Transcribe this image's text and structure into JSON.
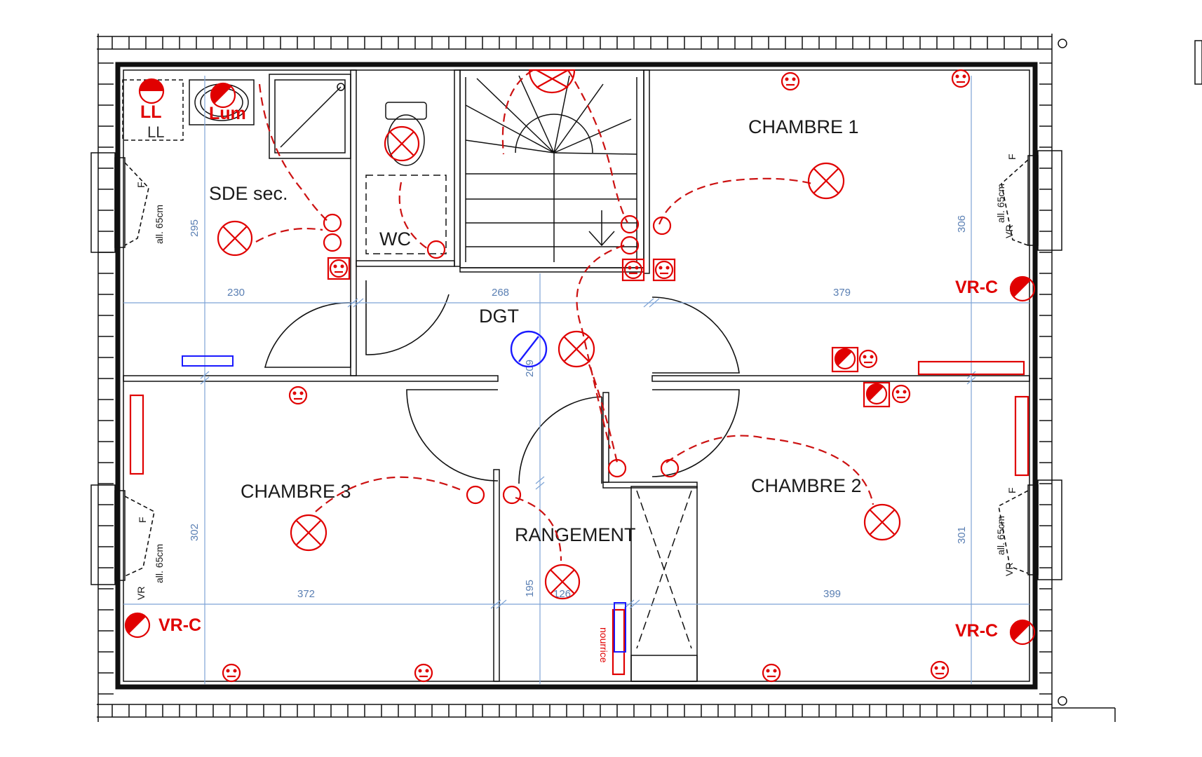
{
  "rooms": {
    "chambre1": "CHAMBRE 1",
    "chambre2": "CHAMBRE 2",
    "chambre3": "CHAMBRE 3",
    "sde": "SDE sec.",
    "wc": "WC",
    "dgt": "DGT",
    "rangement": "RANGEMENT"
  },
  "dimensions": {
    "top_230": "230",
    "top_268": "268",
    "top_379": "379",
    "bottom_372": "372",
    "bottom_399": "399",
    "v_295": "295",
    "v_302": "302",
    "v_306": "306",
    "v_301": "301",
    "v_195": "195",
    "v_209": "209",
    "h_126": "126"
  },
  "window_notes": {
    "height": "all. 65cm",
    "fixed": "F",
    "shutter": "VR"
  },
  "symbols": {
    "ll_red": "LL",
    "ll_gray": "LL",
    "lum": "Lum",
    "vrc": "VR-C",
    "nourrice": "nourrice"
  },
  "colors": {
    "electrical": "#e00000",
    "wiring": "#cc1111",
    "dimension": "#5a7fb3",
    "plumbing": "#1a1aff",
    "walls": "#111111"
  }
}
